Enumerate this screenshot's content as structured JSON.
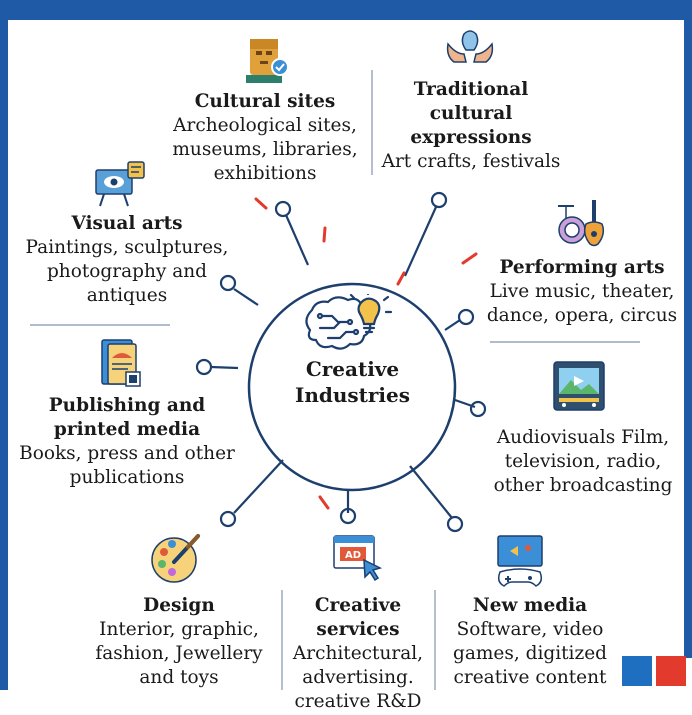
{
  "center": {
    "line1": "Creative",
    "line2": "Industries"
  },
  "categories": [
    {
      "id": "cultural-sites",
      "title": "Cultural sites",
      "desc_lines": [
        "Archeological sites,",
        "museums, libraries,",
        "exhibitions"
      ],
      "icon": "statue-icon"
    },
    {
      "id": "traditional",
      "title_lines": [
        "Traditional",
        "cultural",
        "expressions"
      ],
      "desc_lines": [
        "Art crafts, festivals"
      ],
      "icon": "pottery-hands-icon"
    },
    {
      "id": "visual-arts",
      "title": "Visual arts",
      "desc_lines": [
        "Paintings, sculptures,",
        "photography and",
        "antiques"
      ],
      "icon": "presentation-eye-icon"
    },
    {
      "id": "performing-arts",
      "title": "Performing arts",
      "desc_lines": [
        "Live music, theater,",
        "dance, opera, circus"
      ],
      "icon": "guitar-drum-icon"
    },
    {
      "id": "publishing",
      "title_lines": [
        "Publishing and",
        "printed media"
      ],
      "desc_lines": [
        "Books, press and other",
        "publications"
      ],
      "icon": "book-icon"
    },
    {
      "id": "audiovisuals",
      "desc_lines": [
        "Audiovisuals Film,",
        "television, radio,",
        "other broadcasting"
      ],
      "icon": "film-icon"
    },
    {
      "id": "design",
      "title": "Design",
      "desc_lines": [
        "Interior, graphic,",
        "fashion, Jewellery",
        "and toys"
      ],
      "icon": "brush-palette-icon"
    },
    {
      "id": "creative-services",
      "title_lines": [
        "Creative",
        "services"
      ],
      "desc_lines": [
        "Architectural,",
        "advertising.",
        "creative R&D"
      ],
      "icon": "ad-browser-icon"
    },
    {
      "id": "new-media",
      "title": "New media",
      "desc_lines": [
        "Software, video",
        "games, digitized",
        "creative content"
      ],
      "icon": "game-monitor-icon"
    }
  ],
  "colors": {
    "blue": "#1f5aa6",
    "accent_blue": "#1f6fc0",
    "accent_red": "#e23a2c",
    "navy": "#1d3f6e"
  }
}
